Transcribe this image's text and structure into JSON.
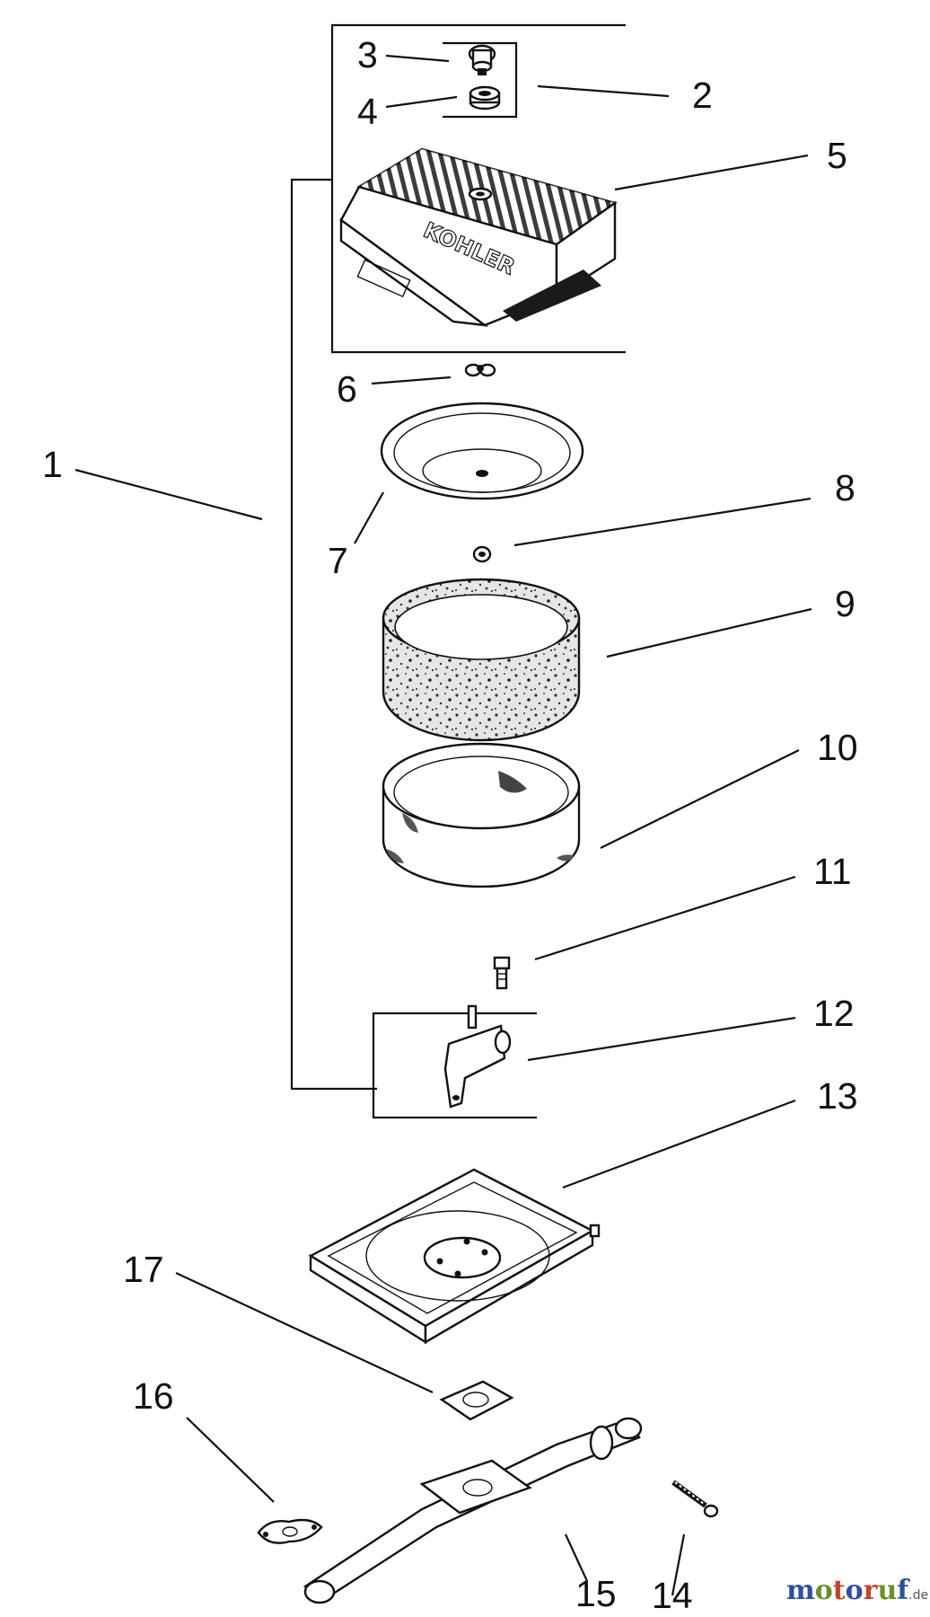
{
  "callouts": [
    "1",
    "2",
    "3",
    "4",
    "5",
    "6",
    "7",
    "8",
    "9",
    "10",
    "11",
    "12",
    "13",
    "14",
    "15",
    "16",
    "17"
  ],
  "cover_brand": "KOHLER",
  "watermark": {
    "base": "motoruf",
    "suffix": ".de",
    "colors": [
      "#2f4f9e",
      "#6a8f2a",
      "#c8432c",
      "#2f4f9e",
      "#c8432c",
      "#6a8f2a",
      "#2f4f9e"
    ]
  }
}
